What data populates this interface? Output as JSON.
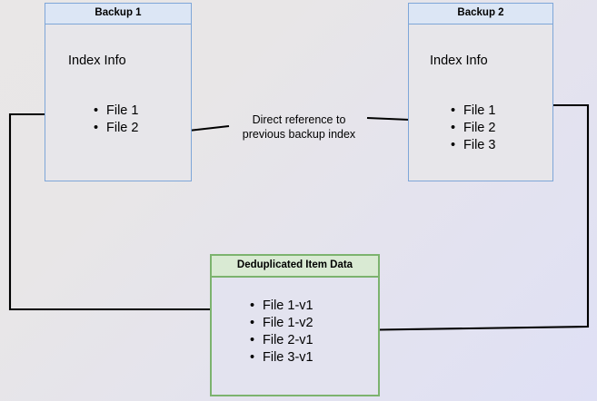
{
  "diagram": {
    "title": "Backup deduplication index reference diagram",
    "background_start_color": "#e8e6e6",
    "background_end_color": "#dfe0f5",
    "boxes": [
      {
        "id": "backup1",
        "header": "Backup 1",
        "body_label": "Index Info",
        "items": [
          "File 1",
          "File 2"
        ],
        "border_color": "#7ea6d8",
        "header_fill": "#dce6f5",
        "body_fill": "#e7e6ea"
      },
      {
        "id": "backup2",
        "header": "Backup 2",
        "body_label": "Index Info",
        "items": [
          "File 1",
          "File 2",
          "File 3"
        ],
        "border_color": "#7ea6d8",
        "header_fill": "#dce6f5",
        "body_fill": "#e7e6ea"
      },
      {
        "id": "dedup",
        "header": "Deduplicated Item Data",
        "body_label": "",
        "items": [
          "File 1-v1",
          "File 1-v2",
          "File 2-v1",
          "File 3-v1"
        ],
        "border_color": "#7cb36e",
        "header_fill": "#d9ead3",
        "body_fill": "#e3e3ef"
      }
    ],
    "caption": "Direct reference to\nprevious backup index",
    "connector_color": "#000000",
    "connectors": [
      {
        "id": "backup2-index-to-backup1-index",
        "from": "Backup 2 / File 2",
        "to": "Backup 1 / File 2",
        "label": "Direct reference to previous backup index"
      },
      {
        "id": "backup1-file1-to-dedup",
        "from": "Backup 1 / File 1",
        "to": "Deduplicated Item Data / File 1-v1",
        "label": ""
      },
      {
        "id": "backup2-file1-to-dedup",
        "from": "Backup 2 / File 1",
        "to": "Deduplicated Item Data / File 1-v2",
        "label": ""
      }
    ]
  }
}
